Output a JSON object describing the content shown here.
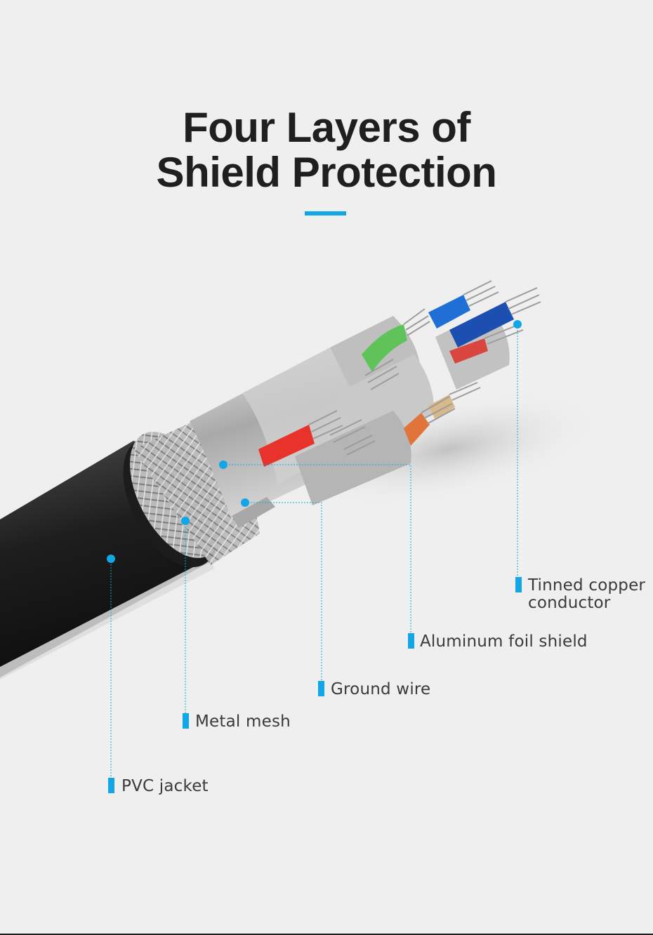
{
  "header": {
    "title_line1": "Four Layers of",
    "title_line2": "Shield Protection"
  },
  "colors": {
    "accent": "#12a6e6",
    "background": "#efefef",
    "title": "#1f1f1f",
    "jacket": "#2b2b2b",
    "foil": "#b8b8b8"
  },
  "callouts": [
    {
      "id": "pvc-jacket",
      "label": "PVC jacket"
    },
    {
      "id": "metal-mesh",
      "label": "Metal mesh"
    },
    {
      "id": "ground-wire",
      "label": "Ground wire"
    },
    {
      "id": "aluminum-foil-shield",
      "label": "Aluminum foil shield"
    },
    {
      "id": "tinned-copper-conductor",
      "label_line1": "Tinned copper",
      "label_line2": "conductor"
    }
  ]
}
